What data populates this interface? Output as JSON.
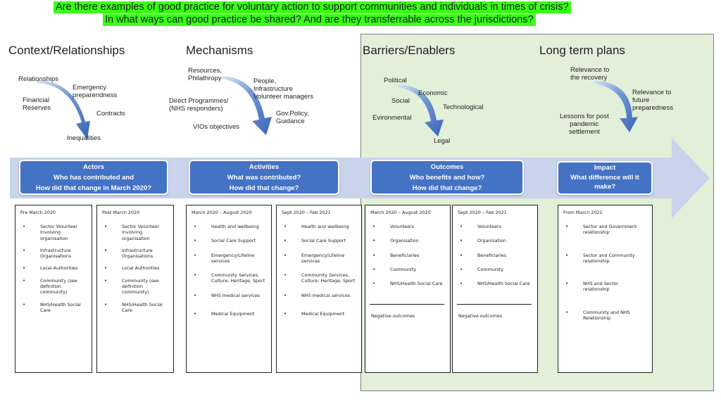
{
  "title": {
    "line1": "Are there examples of good practice for voluntary action to support communities and individuals in times of crisis?",
    "line2": "In what ways can good practice be shared? And are they transferrable across the jurisdictions?"
  },
  "colors": {
    "highlight": "#39ff14",
    "green_panel": "#e2efd9",
    "band": "#c9d3ec",
    "blue_box": "#4472c4",
    "curve_arrow": "#4472c4"
  },
  "sections": {
    "context": {
      "header": "Context/Relationships",
      "labels": {
        "relationships": "Relationships",
        "emergency": "Emergency\npreparendness",
        "financial": "Financial\nReserves",
        "contracts": "Contracts",
        "inequalities": "Inequalities"
      }
    },
    "mechanisms": {
      "header": "Mechanisms",
      "labels": {
        "resources": "Resources,\nPhilathropy",
        "people": "People,\nInfrastructure\nVolunteer managers",
        "direct": "Direct Programmes/\n(NHS responders)",
        "govpolicy": "Gov.Policy,\nGuidance",
        "vios": "VIOs objectives"
      }
    },
    "barriers": {
      "header": "Barriers/Enablers",
      "labels": {
        "political": "Political",
        "economic": "Economic",
        "social": "Social",
        "technological": "Technological",
        "environmental": "Evironmental",
        "legal": "Legal"
      }
    },
    "longterm": {
      "header": "Long term plans",
      "labels": {
        "recovery": "Relevance to\nthe recovery",
        "future": "Relevance to\nfuture\npreparedness",
        "lessons": "Lessons for post\npandemic\nsettlement"
      }
    }
  },
  "boxes": {
    "actors": {
      "line1": "Actors",
      "line2": "Who has contributed and",
      "line3": "How did that change in March 2020?"
    },
    "activities": {
      "line1": "Activities",
      "line2": "What was contributed?",
      "line3": "How did that change?"
    },
    "outcomes": {
      "line1": "Outcomes",
      "line2": "Who benefits and how?",
      "line3": "How did that change?"
    },
    "impact": {
      "line1": "Impact",
      "line2": "What difference will it",
      "line3": "make?"
    }
  },
  "cards": {
    "pre_march": {
      "title": "Pre March 2020",
      "items": [
        "Sector Volunteer Involving organisation",
        "Infrastructure Organisations",
        "Local Authorities",
        "Community (see definition community)",
        "NHS/Health Social Care"
      ]
    },
    "post_march": {
      "title": "Post March 2020",
      "items": [
        "Sector Volunteer Involving organisation",
        "Infrastructure Organisations",
        "Local Authorities",
        "Community (see definition community)",
        "NHS/Health Social Care"
      ]
    },
    "act_mar_aug": {
      "title": "March 2020 – August 2020",
      "items": [
        "Health and wellbeing",
        "Social Care Support",
        "Emergency/Lifeline services",
        "Community Services, Culture, Heritage, Sport",
        "NHS medical services",
        "Medical Equipment"
      ]
    },
    "act_sep_feb": {
      "title": "Sept 2020 – Feb 2021",
      "items": [
        "Health and wellbeing",
        "Social Care Support",
        "Emergency/Lifeline services",
        "Community Services, Culture, Heritage, Sport",
        "NHS medical services",
        "Medical Equipment"
      ]
    },
    "out_mar_aug": {
      "title": "March 2020 – August 2020",
      "items": [
        "Volunteers",
        "Organisation",
        "Beneficiaries",
        "Community",
        "NHS/Health Social Care"
      ],
      "negative": "Negative outcomes"
    },
    "out_sep_feb": {
      "title": "Sept 2020 – Feb 2021",
      "items": [
        "Volunteers",
        "Organisation",
        "Beneficiaries",
        "Community",
        "NHS/Health Social Care"
      ],
      "negative": "Negative outcomes"
    },
    "impact_from": {
      "title": "From March 2021",
      "items": [
        "Sector and Government relationship",
        "Sector and Community relationship",
        "NHS and Sector relationship",
        "Community and NHS Relationship"
      ]
    }
  }
}
